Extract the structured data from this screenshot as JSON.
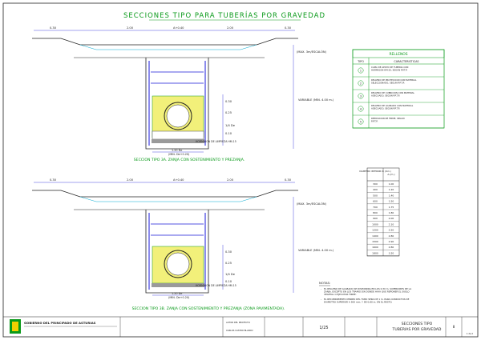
{
  "title": "SECCIONES TIPO PARA TUBERÍAS POR GRAVEDAD",
  "colors": {
    "green": "#0a9a1a",
    "blue": "#1a1ad8",
    "cyan": "#00a8d0",
    "fill": "#f2f07a",
    "dark": "#222222",
    "red": "#d01010",
    "gray": "#9a9a9a"
  },
  "section_a": {
    "caption": "SECCION TIPO 3A. ZANJA CON SOSTENIMIENTO Y PREZANJA.",
    "dim_left": "0.30",
    "dim_mid_left": "2.00",
    "dim_center": "A+0.40",
    "dim_mid_right": "2.00",
    "dim_right": "0.30",
    "max_escalon": "(MAX. 3m/ESCALÓN)",
    "variable": "VARIABLE (MIN. 4.00 m.)",
    "v_030": "0.30",
    "v_025": "0.25",
    "v_14": "1/4 De",
    "v_010": "0.10",
    "hormigon": "HORMIGON DE LIMPIEZA HM-15",
    "base_width": "1.20 De",
    "base_min": "(MIN. De+0.20)"
  },
  "section_b": {
    "caption": "SECCION TIPO 3B. ZANJA CON SOSTENIMIENTO Y PREZANJA (ZONA PAVIMENTADA).",
    "dim_left": "0.30",
    "dim_mid_left": "2.00",
    "dim_center": "A+0.40",
    "dim_mid_right": "2.00",
    "dim_right": "0.30",
    "max_escalon": "(MAX. 3m/ESCALÓN)",
    "variable": "VARIABLE (MIN. 4.00 m.)",
    "v_030": "0.30",
    "v_025": "0.25",
    "v_14": "1/4 De",
    "v_010": "0.10",
    "hormigon": "HORMIGON DE LIMPIEZA HM-15",
    "base_width": "1.20 De",
    "base_min": "(MIN. De+0.20)"
  },
  "rellenos": {
    "header": "RELLENOS",
    "col_tipo": "TIPO",
    "col_car": "CARACTERISTICAS",
    "rows": [
      {
        "n": "1",
        "text": "CAMA DE APOYO DE TUBERIA CON HORMIGON HM-20, SEGUN P.P.T.P."
      },
      {
        "n": "2",
        "text": "RELLENO DE PROTECCION CON MATERIAL SELECCIONADO, SEGUN P.P.T.P."
      },
      {
        "n": "3",
        "text": "RELLENO DE CUBRICION CON MATERIAL ADECUADO, SEGUN P.P.T.P."
      },
      {
        "n": "4",
        "text": "RELLENO DE ACABADO CON MATERIAL ADECUADO, SEGUN P.P.T.P."
      },
      {
        "n": "5",
        "text": "REPOSICION DE FIRME, SEGUN P.P.T.P."
      }
    ]
  },
  "diam_table": {
    "h1": "DIAMETRO INTERIOR Di (mm.)",
    "h2": "A (m.)",
    "rows": [
      [
        "300",
        "1.00"
      ],
      [
        "400",
        "1.20"
      ],
      [
        "500",
        "1.40"
      ],
      [
        "600",
        "1.50"
      ],
      [
        "700",
        "1.75"
      ],
      [
        "800",
        "1.80"
      ],
      [
        "900",
        "2.00"
      ],
      [
        "1000",
        "2.10"
      ],
      [
        "1200",
        "2.50"
      ],
      [
        "1400",
        "2.80"
      ],
      [
        "1500",
        "2.90"
      ],
      [
        "1600",
        "2.80"
      ],
      [
        "1800",
        "3.20"
      ]
    ]
  },
  "notas": {
    "title": "NOTAS:",
    "items": [
      "EL RELLENO DE ACABADO SE DISPONDRA EN LOS 0.30 m. SUPERIORES DE LA ZANJA, EXCEPTO EN LOS TRAMOS EN DONDE HAYA QUE REPONER EL SUELO VEGETAL O EJECUTAR FIRME.",
      "EL RECUBRIMIENTO MINIMO DEL TUBO SERA DE 1 m. PARA CONDUCTOS DE DIAMETRO SUPERIOR A 500 mm. Y DE 0,80 m. EN EL RESTO."
    ]
  },
  "titleblock": {
    "org": "GOBIERNO DEL PRINCIPADO DE ASTURIAS",
    "autor_label": "AUTOR DEL PROYECTO",
    "autor": "CARLOS CASTRO BLANCO",
    "escala": "1/25",
    "plano_title": "SECCIONES TIPO TUBERIAS POR GRAVEDAD",
    "hoja": "8",
    "hoja2": "1 de 2"
  }
}
